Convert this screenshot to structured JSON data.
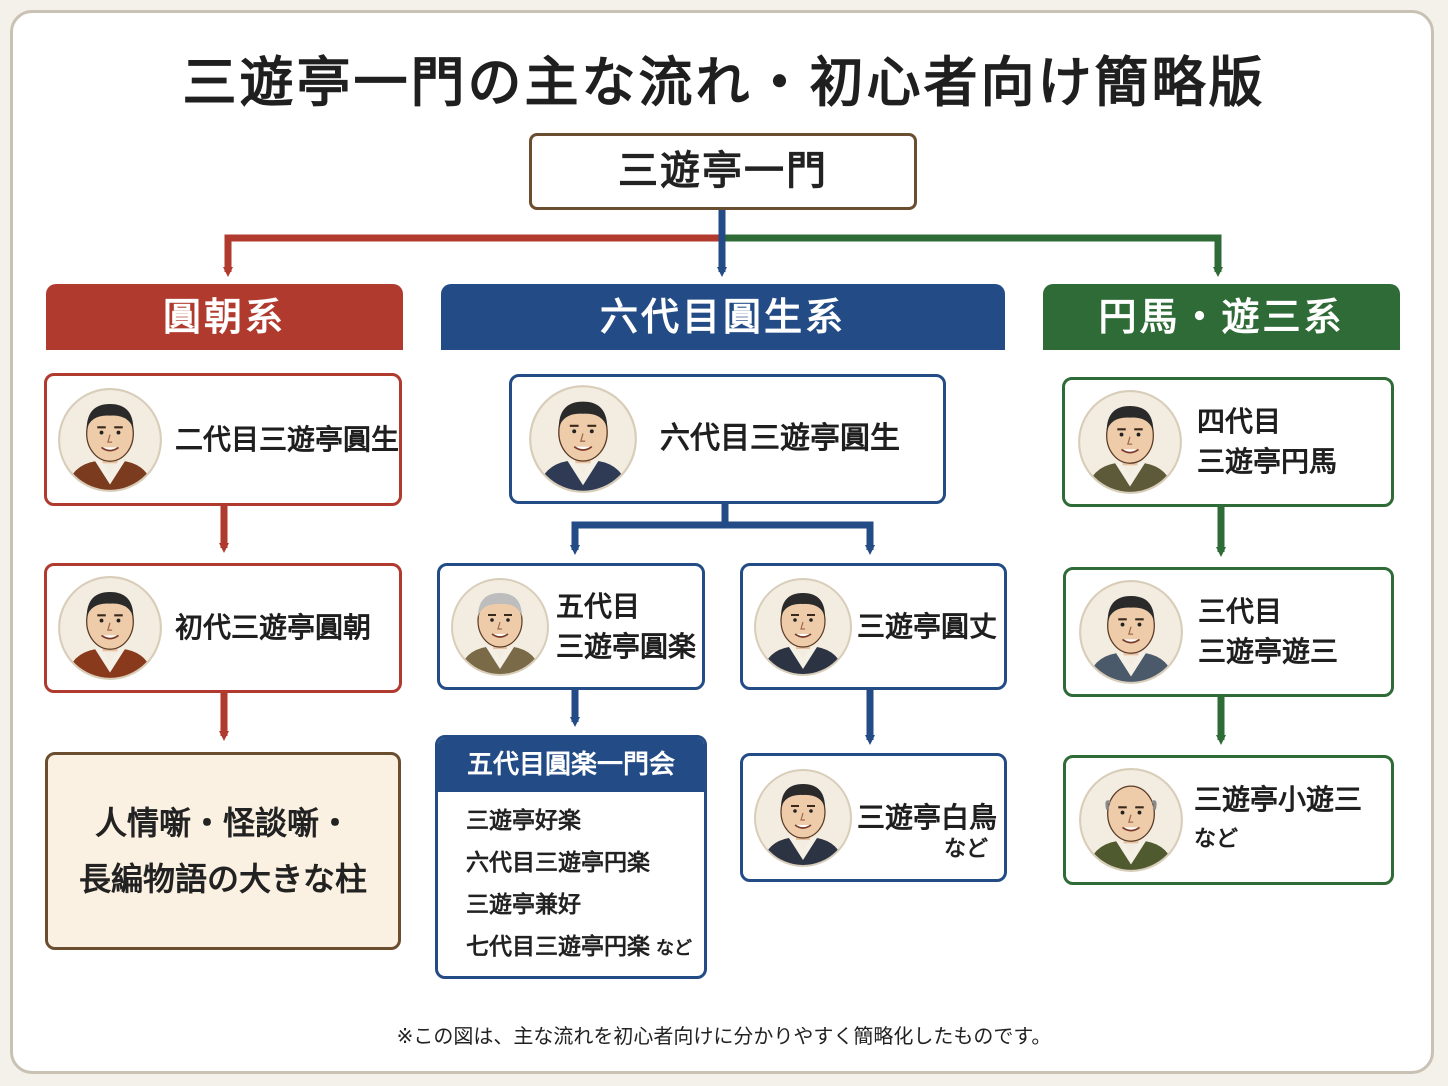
{
  "title": "三遊亭一門の主な流れ・初心者向け簡略版",
  "root": "三遊亭一門",
  "branches": {
    "encho": {
      "header": "圓朝系",
      "color": "#b03a2e"
    },
    "ensho": {
      "header": "六代目圓生系",
      "color": "#234b86"
    },
    "enba": {
      "header": "円馬・遊三系",
      "color": "#2f6b36"
    }
  },
  "people": {
    "p1": {
      "lines": [
        "二代目三遊亭圓生"
      ]
    },
    "p2": {
      "lines": [
        "初代三遊亭圓朝"
      ]
    },
    "p3": {
      "lines": [
        "六代目三遊亭圓生"
      ]
    },
    "p4": {
      "lines": [
        "五代目",
        "三遊亭圓楽"
      ]
    },
    "p5": {
      "lines": [
        "三遊亭圓丈"
      ]
    },
    "p6": {
      "lines": [
        "三遊亭白鳥"
      ],
      "note": "など"
    },
    "p7": {
      "lines": [
        "四代目",
        "三遊亭円馬"
      ]
    },
    "p8": {
      "lines": [
        "三代目",
        "三遊亭遊三"
      ]
    },
    "p9": {
      "lines": [
        "三遊亭小遊三"
      ],
      "note": "など"
    }
  },
  "summary": [
    "人情噺・怪談噺・",
    "長編物語の大きな柱"
  ],
  "group": {
    "title": "五代目圓楽一門会",
    "items": [
      "三遊亭好楽",
      "六代目三遊亭円楽",
      "三遊亭兼好",
      "七代目三遊亭円楽"
    ],
    "note": "など"
  },
  "footnote": "※この図は、主な流れを初心者向けに分かりやすく簡略化したものです。",
  "colors": {
    "red": "#b03a2e",
    "blue": "#234b86",
    "green": "#2f6b36",
    "brown": "#6b4e2f"
  }
}
